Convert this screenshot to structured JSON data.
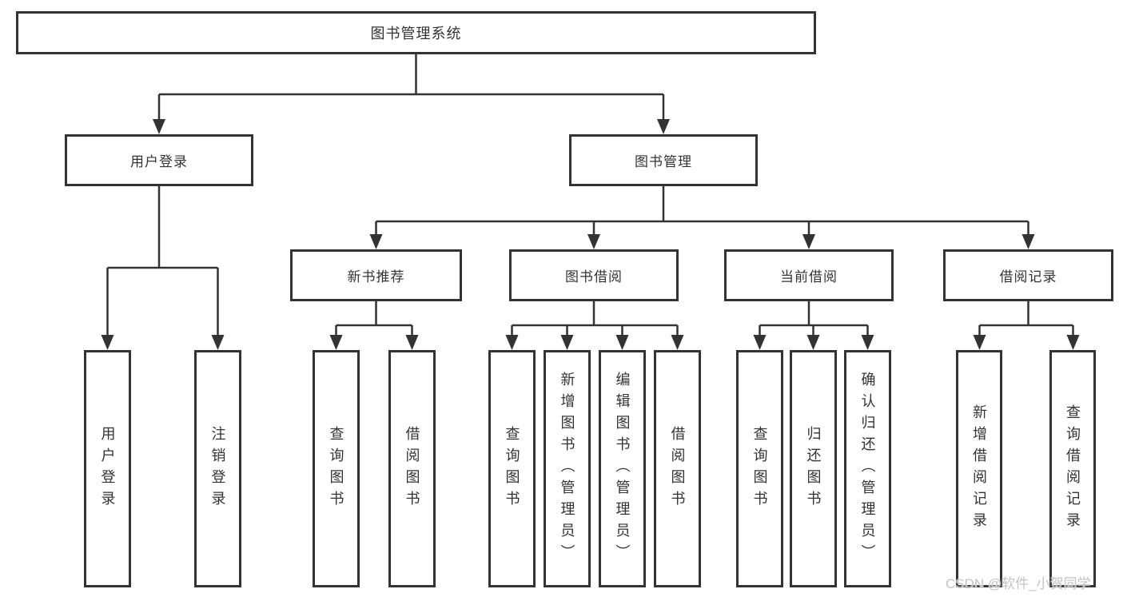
{
  "diagram": {
    "root": {
      "label": "图书管理系统"
    },
    "branches": [
      {
        "label": "用户登录",
        "children": [
          {
            "label": "用户登录"
          },
          {
            "label": "注销登录"
          }
        ]
      },
      {
        "label": "图书管理",
        "children": [
          {
            "label": "新书推荐",
            "children": [
              {
                "label": "查询图书"
              },
              {
                "label": "借阅图书"
              }
            ]
          },
          {
            "label": "图书借阅",
            "children": [
              {
                "label": "查询图书"
              },
              {
                "label": "新增图书（管理员）"
              },
              {
                "label": "编辑图书（管理员）"
              },
              {
                "label": "借阅图书"
              }
            ]
          },
          {
            "label": "当前借阅",
            "children": [
              {
                "label": "查询图书"
              },
              {
                "label": "归还图书"
              },
              {
                "label": "确认归还（管理员）"
              }
            ]
          },
          {
            "label": "借阅记录",
            "children": [
              {
                "label": "新增借阅记录"
              },
              {
                "label": "查询借阅记录"
              }
            ]
          }
        ]
      }
    ],
    "watermark": "CSDN @软件_小贺同学",
    "colors": {
      "background": "#ffffff",
      "line": "#333333",
      "border": "#333333",
      "text": "#333333",
      "watermark": "#c3c3c3"
    }
  }
}
